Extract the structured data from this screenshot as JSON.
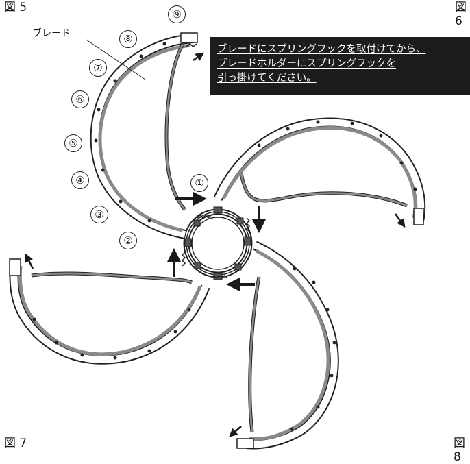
{
  "labels": {
    "fig5": "図 5",
    "fig6": "図 6",
    "fig7": "図 7",
    "fig8": "図 8",
    "blade": "ブレード"
  },
  "instruction": {
    "line1": "ブレードにスプリングフックを取付けてから、",
    "line2": "ブレードホルダーにスプリングフックを",
    "line3": "引っ掛けてください。"
  },
  "steps": [
    "①",
    "②",
    "③",
    "④",
    "⑤",
    "⑥",
    "⑦",
    "⑧",
    "⑨"
  ],
  "colors": {
    "callout_bg": "#1e1b1b",
    "line": "#222222",
    "strip": "#8a8a8a"
  }
}
